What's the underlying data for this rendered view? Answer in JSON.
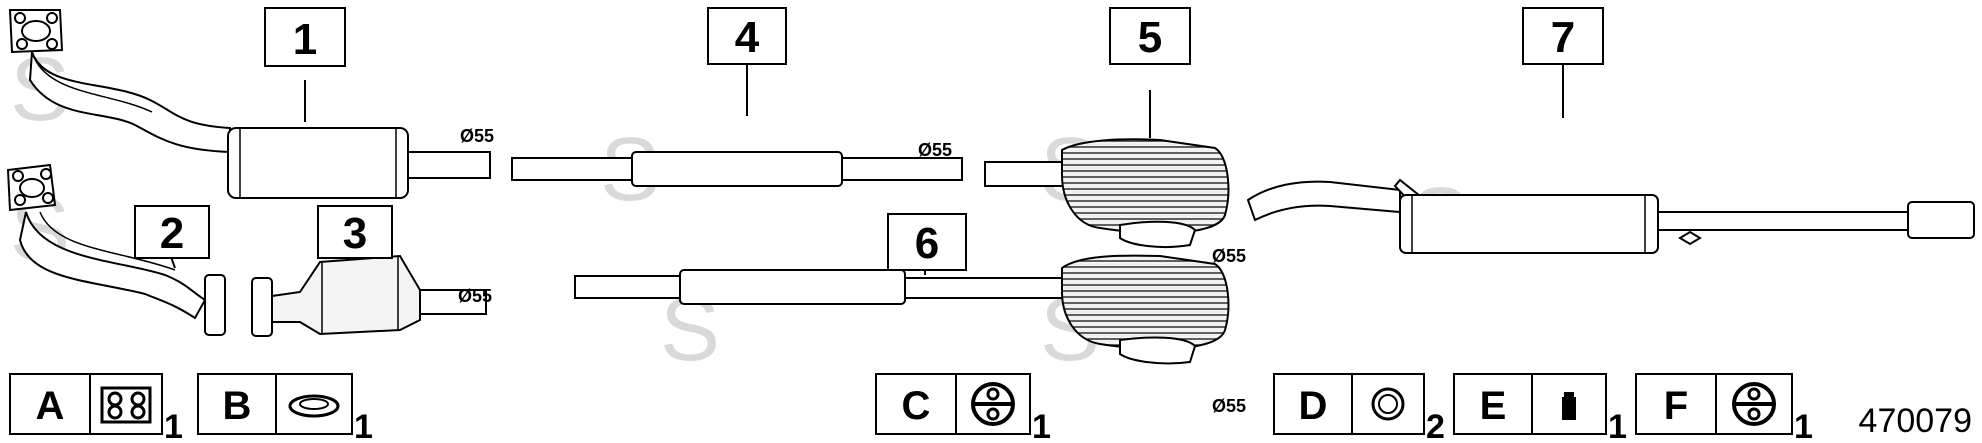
{
  "parts": [
    {
      "number": "1"
    },
    {
      "number": "2"
    },
    {
      "number": "3"
    },
    {
      "number": "4"
    },
    {
      "number": "5"
    },
    {
      "number": "6"
    },
    {
      "number": "7"
    }
  ],
  "diameters": [
    "Ø55",
    "Ø55",
    "Ø55",
    "Ø55",
    "Ø55"
  ],
  "accessories": [
    {
      "letter": "A",
      "icon": "four-hole-gasket-icon",
      "qty": "1"
    },
    {
      "letter": "B",
      "icon": "ring-gasket-icon",
      "qty": "1"
    },
    {
      "letter": "C",
      "icon": "rubber-hanger-icon",
      "qty": "1"
    },
    {
      "letter": "D",
      "icon": "o-ring-icon",
      "qty": "2"
    },
    {
      "letter": "E",
      "icon": "mounting-bolt-icon",
      "qty": "1"
    },
    {
      "letter": "F",
      "icon": "rubber-hanger-icon",
      "qty": "1"
    }
  ],
  "reference": "470079",
  "watermark": "S"
}
